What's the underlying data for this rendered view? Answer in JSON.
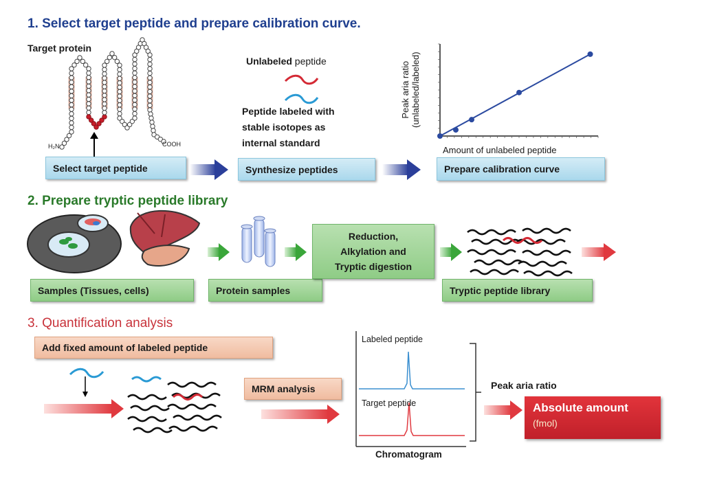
{
  "section1": {
    "title": "1. Select target peptide and prepare calibration curve.",
    "target_protein_label": "Target protein",
    "h2n_label": "H₂N",
    "cooh_label": "COOH",
    "unlabeled_bold": "Unlabeled",
    "unlabeled_rest": " peptide",
    "labeled_text_line1": "Peptide labeled with",
    "labeled_text_line2": "stable isotopes as",
    "labeled_text_line3": "internal standard",
    "box_select": "Select target peptide",
    "box_synthesize": "Synthesize peptides",
    "box_calibration": "Prepare calibration curve"
  },
  "section2": {
    "title": "2. Prepare tryptic peptide library",
    "box_samples": "Samples (Tissues, cells)",
    "box_protein": "Protein samples",
    "box_reduction_line1": "Reduction,",
    "box_reduction_line2": "Alkylation and",
    "box_reduction_line3": "Tryptic digestion",
    "box_library": "Tryptic peptide library"
  },
  "section3": {
    "title": "3. Quantification analysis",
    "box_add": "Add fixed amount of labeled peptide",
    "box_mrm": "MRM analysis",
    "labeled_peptide_label": "Labeled peptide",
    "target_peptide_label": "Target peptide",
    "chromatogram_label": "Chromatogram",
    "peak_ratio_label": "Peak aria ratio",
    "absolute_title": "Absolute amount",
    "absolute_unit": "(fmol)"
  },
  "colors": {
    "section1": "#1f3f8f",
    "section2": "#2a7a2a",
    "section3": "#c8323a",
    "arrow_blue": "#2b3f9a",
    "arrow_green": "#3aa63a",
    "arrow_red": "#e0393f",
    "result_red": "#d7262e"
  },
  "chart_data": {
    "type": "scatter",
    "title": "",
    "xlabel": "Amount of unlabeled peptide",
    "ylabel": "Peak aria ratio (unlabeled/labeled)",
    "ylabel_line1": "Peak aria ratio",
    "ylabel_line2": "(unlabeled/labeled)",
    "x": [
      0,
      1,
      2,
      5,
      9.5
    ],
    "y": [
      0,
      0.12,
      0.32,
      0.85,
      1.6
    ],
    "xlim": [
      0,
      10
    ],
    "ylim": [
      0,
      1.8
    ],
    "fit_line": true,
    "grid": false
  }
}
